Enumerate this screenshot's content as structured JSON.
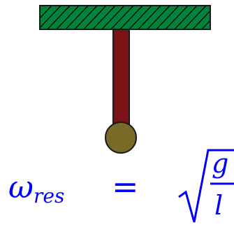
{
  "colors": {
    "ceiling_fill": "#00843d",
    "hatch": "#000000",
    "rod": "#7a1216",
    "bob": "#7a6a28",
    "outline": "#1a1a1a",
    "formula": "#0000ff"
  },
  "formula": {
    "omega": "ω",
    "subscript": "res",
    "equals": "=",
    "numerator": "g",
    "denominator": "l"
  }
}
